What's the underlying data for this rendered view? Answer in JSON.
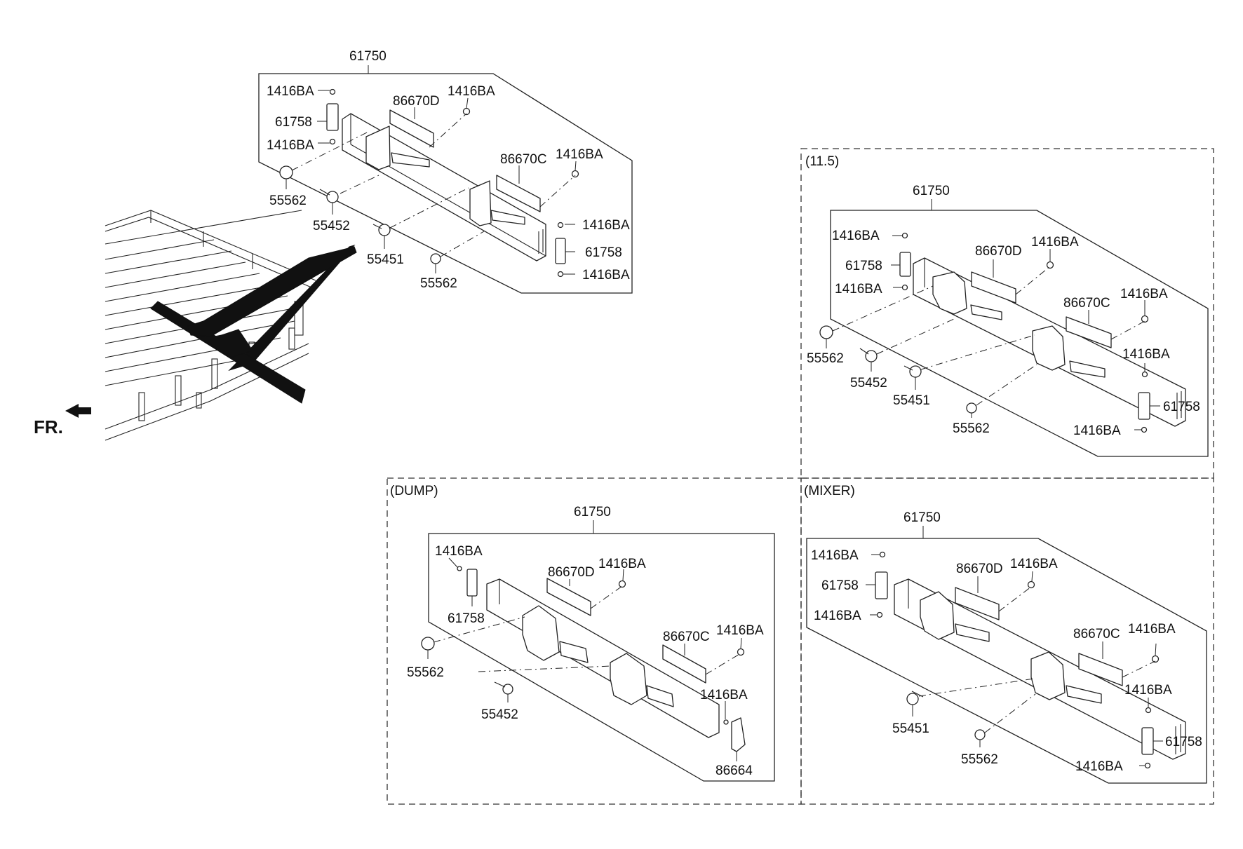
{
  "front_label": "FR.",
  "section_titles": {
    "s115": "(11.5)",
    "dump": "(DUMP)",
    "mixer": "(MIXER)"
  },
  "parts": {
    "assembly": "61750",
    "bolt": "1416BA",
    "bracket": "61758",
    "plate_d": "86670D",
    "plate_c": "86670C",
    "nut": "55562",
    "bolt_55452": "55452",
    "bolt_55451": "55451",
    "bracket_86664": "86664"
  }
}
